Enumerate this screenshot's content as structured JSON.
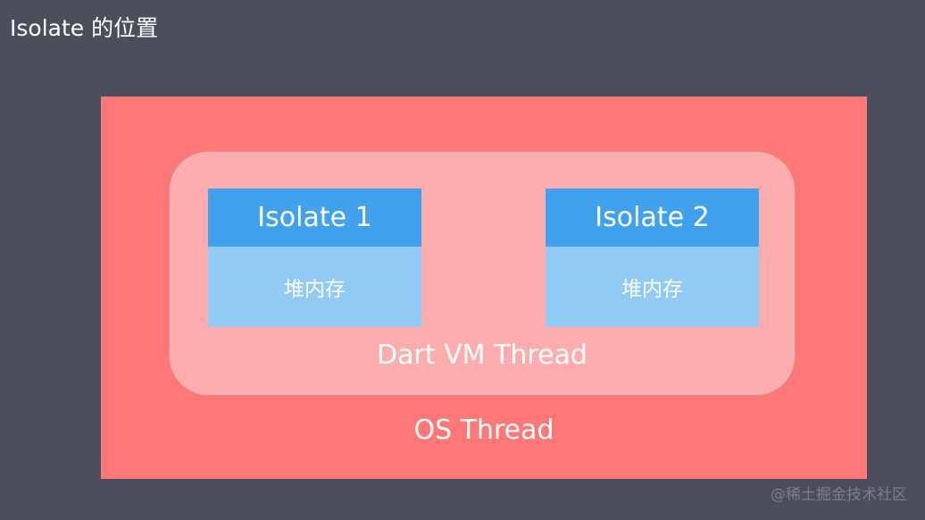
{
  "title": "Isolate 的位置",
  "diagram": {
    "os_thread": {
      "label": "OS Thread",
      "color": "#ff7777"
    },
    "vm_thread": {
      "label": "Dart VM Thread",
      "color": "#fdadad"
    },
    "isolates": [
      {
        "name": "Isolate 1",
        "memory": "堆内存"
      },
      {
        "name": "Isolate 2",
        "memory": "堆内存"
      }
    ],
    "colors": {
      "background": "#4a4f5b",
      "isolate_header": "#42a1ec",
      "isolate_body": "#92caf6"
    }
  },
  "watermark": "@稀土掘金技术社区"
}
